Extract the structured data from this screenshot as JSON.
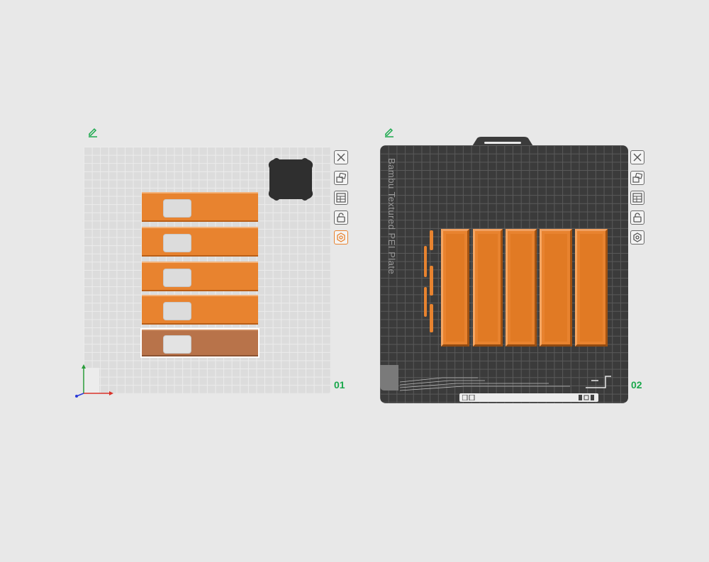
{
  "plates": [
    {
      "number": "01",
      "selected_part_index": 4,
      "parts_count": 5
    },
    {
      "number": "02",
      "bed_label": "Bambu Textured PEI Plate"
    }
  ],
  "tools": [
    {
      "name": "delete",
      "icon": "close-icon"
    },
    {
      "name": "auto-orient",
      "icon": "orient-icon"
    },
    {
      "name": "arrange",
      "icon": "arrange-icon"
    },
    {
      "name": "lock",
      "icon": "lock-open-icon"
    },
    {
      "name": "settings",
      "icon": "gear-icon"
    }
  ],
  "colors": {
    "filament": "#e8832f",
    "selected": "#b8734a",
    "plate_light": "#dcdcdc",
    "plate_dark": "#3b3b3b",
    "plate_number": "#1aa84c",
    "edit_icon": "#1aa84c",
    "active_tool": "#e8832f"
  }
}
